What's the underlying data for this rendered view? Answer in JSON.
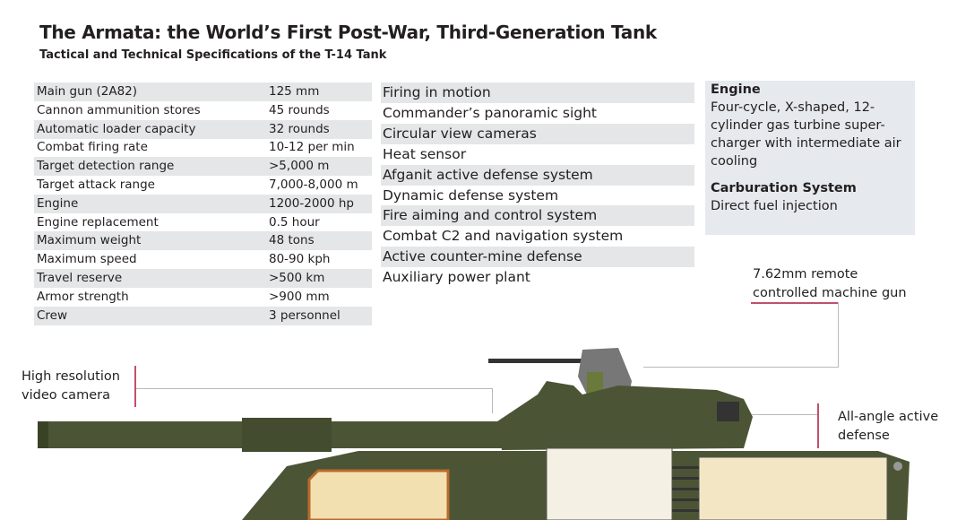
{
  "title": "The Armata: the World’s First Post-War, Third-Generation Tank",
  "subtitle": "Tactical and Technical Specifications of the T-14 Tank",
  "specs": [
    {
      "k": "Main gun (2A82)",
      "v": "125 mm"
    },
    {
      "k": "Cannon ammunition stores",
      "v": "45 rounds"
    },
    {
      "k": "Automatic loader capacity",
      "v": "32 rounds"
    },
    {
      "k": "Combat firing rate",
      "v": "10-12 per min"
    },
    {
      "k": "Target detection range",
      "v": ">5,000 m"
    },
    {
      "k": "Target attack range",
      "v": "7,000-8,000 m"
    },
    {
      "k": "Engine",
      "v": "1200-2000 hp"
    },
    {
      "k": "Engine replacement",
      "v": "0.5 hour"
    },
    {
      "k": "Maximum weight",
      "v": "48 tons"
    },
    {
      "k": "Maximum speed",
      "v": "80-90 kph"
    },
    {
      "k": "Travel reserve",
      "v": ">500 km"
    },
    {
      "k": "Armor strength",
      "v": ">900 mm"
    },
    {
      "k": "Crew",
      "v": "3 personnel"
    }
  ],
  "features": [
    "Firing in motion",
    "Commander’s panoramic sight",
    "Circular view cameras",
    "Heat sensor",
    "Afganit active defense system",
    "Dynamic defense system",
    "Fire aiming and control system",
    "Combat C2 and navigation system",
    "Active counter-mine defense",
    "Auxiliary power plant"
  ],
  "engine_box": {
    "engine_title": "Engine",
    "engine_text": "Four-cycle, X-shaped, 12-cylinder gas turbine super-charger with intermediate air cooling",
    "carb_title": "Carburation System",
    "carb_text": "Direct fuel injection"
  },
  "callouts": {
    "mg": "7.62mm remote controlled machine gun",
    "camera": "High resolution video camera",
    "defense": "All-angle active defense"
  },
  "colors": {
    "tank": "#4b5535",
    "accent": "#c0506e",
    "interior": "#f3e6c4",
    "band": "#e4e6e8"
  }
}
